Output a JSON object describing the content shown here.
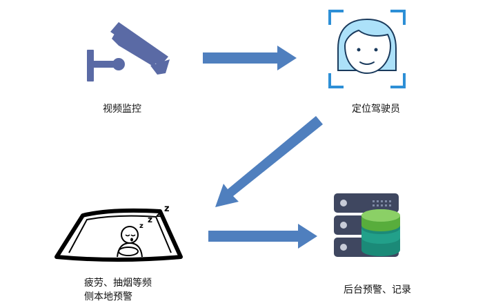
{
  "nodes": {
    "video_monitoring": {
      "label": "视频监控",
      "icon": "cctv-camera-icon"
    },
    "locate_driver": {
      "label": "定位驾驶员",
      "icon": "face-recognition-icon"
    },
    "local_alert": {
      "label_line1": "疲劳、抽烟等频",
      "label_line2": "侧本地预警",
      "icon": "sleeping-driver-icon"
    },
    "backend_alert": {
      "label": "后台预警、记录",
      "icon": "server-database-icon"
    }
  },
  "colors": {
    "arrow": "#4f7fbe",
    "camera": "#5a6aa5",
    "face_frame": "#2d8fd6",
    "face_fill": "#ace1f9",
    "server_dark": "#3f4760",
    "db_green": "#6cc04a",
    "db_teal": "#1b8a78"
  }
}
